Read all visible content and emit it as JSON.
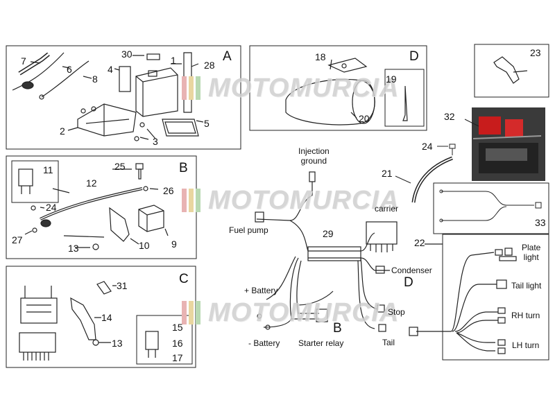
{
  "panels": {
    "A": "A",
    "B": "B",
    "C": "C",
    "D": "D"
  },
  "parts": {
    "p1": "1",
    "p2": "2",
    "p3": "3",
    "p4": "4",
    "p5": "5",
    "p6": "6",
    "p7": "7",
    "p8": "8",
    "p9": "9",
    "p10": "10",
    "p11": "11",
    "p12": "12",
    "p13a": "13",
    "p13b": "13",
    "p14": "14",
    "p15": "15",
    "p16": "16",
    "p17": "17",
    "p18": "18",
    "p19": "19",
    "p20": "20",
    "p21": "21",
    "p22": "22",
    "p23": "23",
    "p24a": "24",
    "p24b": "24",
    "p25": "25",
    "p26": "26",
    "p27": "27",
    "p28": "28",
    "p29": "29",
    "p30": "30",
    "p31": "31",
    "p32": "32",
    "p33": "33"
  },
  "harness_labels": {
    "injection_ground": "Injection\nground",
    "fuel_pump": "Fuel pump",
    "carrier": "carrier",
    "condenser": "Condenser",
    "battery_plus": "+ Battery",
    "battery_minus": "- Battery",
    "starter_relay": "Starter relay",
    "stop": "Stop",
    "tail": "Tail",
    "panel_d_ref": "D",
    "panel_b_ref": "B",
    "plate_light": "Plate\nlight",
    "tail_light": "Tail light",
    "rh_turn": "RH turn",
    "lh_turn": "LH turn"
  },
  "watermark": {
    "text": "MOTOMURCIA",
    "stripe_colors": [
      "#e8b3b3",
      "#e9d6a0",
      "#b9d9b2"
    ]
  }
}
